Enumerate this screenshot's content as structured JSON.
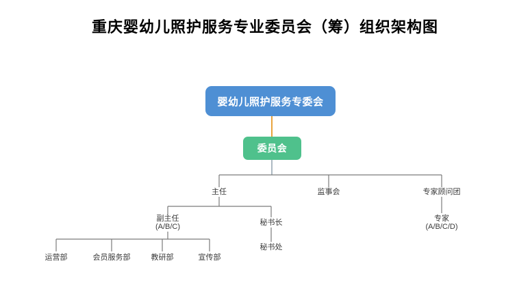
{
  "title": "重庆婴幼儿照护服务专业委员会（筹）组织架构图",
  "colors": {
    "root_box": "#4E8FD4",
    "committee_box": "#4FC18C",
    "root_connector": "#E8A33D",
    "committee_connector": "#8A9BA8",
    "tree_line": "#7A7A7A",
    "text": "#3a3a3a",
    "background": "#FFFFFF"
  },
  "chart_data": {
    "type": "diagram",
    "diagram_type": "organization-chart",
    "title": "重庆婴幼儿照护服务专业委员会（筹）组织架构图",
    "nodes": [
      {
        "id": "root",
        "label": "婴幼儿照护服务专委会",
        "level": 0,
        "style": "blue-box"
      },
      {
        "id": "committee",
        "label": "委员会",
        "level": 1,
        "style": "green-box"
      },
      {
        "id": "director",
        "label": "主任",
        "level": 2,
        "style": "text"
      },
      {
        "id": "supervisor",
        "label": "监事会",
        "level": 2,
        "style": "text"
      },
      {
        "id": "advisory",
        "label": "专家顾问团",
        "level": 2,
        "style": "text"
      },
      {
        "id": "vicedirector",
        "label": "副主任",
        "sub": "(A/B/C)",
        "level": 3,
        "style": "text"
      },
      {
        "id": "secgeneral",
        "label": "秘书长",
        "level": 3,
        "style": "text"
      },
      {
        "id": "expert",
        "label": "专家",
        "sub": "(A/B/C/D)",
        "level": 3,
        "style": "text"
      },
      {
        "id": "operations",
        "label": "运营部",
        "level": 4,
        "style": "text"
      },
      {
        "id": "membership",
        "label": "会员服务部",
        "level": 4,
        "style": "text"
      },
      {
        "id": "research",
        "label": "教研部",
        "level": 4,
        "style": "text"
      },
      {
        "id": "publicity",
        "label": "宣传部",
        "level": 4,
        "style": "text"
      },
      {
        "id": "secretariat",
        "label": "秘书处",
        "level": 4,
        "style": "text"
      }
    ],
    "edges": [
      {
        "from": "root",
        "to": "committee"
      },
      {
        "from": "committee",
        "to": "director"
      },
      {
        "from": "committee",
        "to": "supervisor"
      },
      {
        "from": "committee",
        "to": "advisory"
      },
      {
        "from": "director",
        "to": "vicedirector"
      },
      {
        "from": "director",
        "to": "secgeneral"
      },
      {
        "from": "advisory",
        "to": "expert"
      },
      {
        "from": "vicedirector",
        "to": "operations"
      },
      {
        "from": "vicedirector",
        "to": "membership"
      },
      {
        "from": "vicedirector",
        "to": "research"
      },
      {
        "from": "vicedirector",
        "to": "publicity"
      },
      {
        "from": "secgeneral",
        "to": "secretariat"
      }
    ]
  },
  "nodes": {
    "root": {
      "label": "婴幼儿照护服务专委会"
    },
    "committee": {
      "label": "委员会"
    },
    "director": {
      "label": "主任"
    },
    "supervisor": {
      "label": "监事会"
    },
    "advisory": {
      "label": "专家顾问团"
    },
    "vicedirector": {
      "label": "副主任",
      "sub": "(A/B/C)"
    },
    "secgeneral": {
      "label": "秘书长"
    },
    "expert": {
      "label": "专家",
      "sub": "(A/B/C/D)"
    },
    "operations": {
      "label": "运营部"
    },
    "membership": {
      "label": "会员服务部"
    },
    "research": {
      "label": "教研部"
    },
    "publicity": {
      "label": "宣传部"
    },
    "secretariat": {
      "label": "秘书处"
    }
  }
}
